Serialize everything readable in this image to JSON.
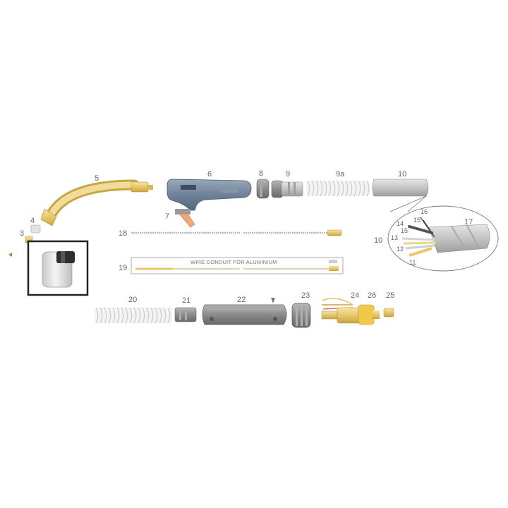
{
  "diagram": {
    "labels": {
      "p1": "5",
      "p2": "6",
      "p3": "7",
      "p4": "8",
      "p5": "9",
      "p6": "9a",
      "p7": "10",
      "p8": "4",
      "p9": "3",
      "p10": "18",
      "p11": "19",
      "p12": "20",
      "p13": "21",
      "p14": "22",
      "p15": "23",
      "p16": "24",
      "p17": "26",
      "p18": "25",
      "c1": "14",
      "c2": "16",
      "c3": "15",
      "c4": "17",
      "c5": "15",
      "c6": "13",
      "c7": "10",
      "c8": "12",
      "c9": "11"
    },
    "wire_conduit_caption": "WIRE CONDUIT FOR ALUMINIUM",
    "highlighted_part": "gas nozzle",
    "colors": {
      "brass": "#e8c76a",
      "handle": "#6f8299",
      "cable": "#bdbdbd",
      "highlight_frame": "#222222"
    }
  }
}
